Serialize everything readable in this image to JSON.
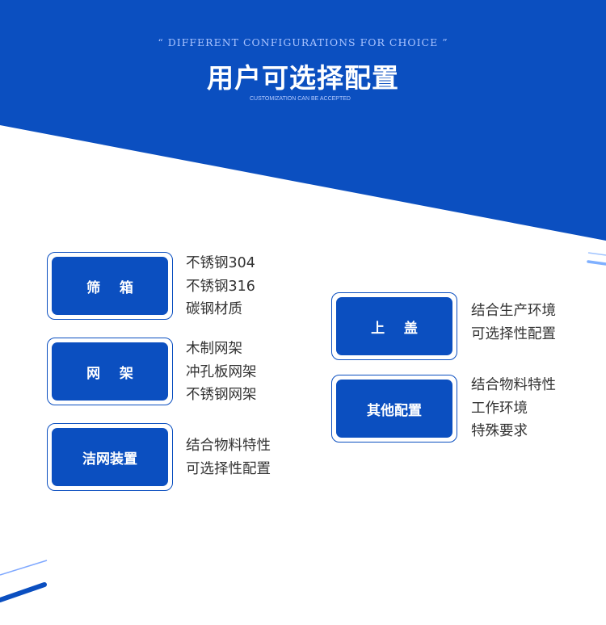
{
  "header": {
    "eyebrow": "“ DIFFERENT CONFIGURATIONS FOR CHOICE ”",
    "title": "用户可选择配置",
    "subtitle": "CUSTOMIZATION CAN BE ACCEPTED"
  },
  "colors": {
    "primary": "#0b4fc0",
    "text": "#333333",
    "accent_light": "#aac4ff"
  },
  "items": [
    {
      "label": "筛    箱",
      "desc": [
        "不锈钢304",
        "不锈钢316",
        "碳钢材质"
      ]
    },
    {
      "label": "网    架",
      "desc": [
        "木制网架",
        "冲孔板网架",
        "不锈钢网架"
      ]
    },
    {
      "label": "洁网装置",
      "desc": [
        "结合物料特性",
        "可选择性配置"
      ]
    },
    {
      "label": "上    盖",
      "desc": [
        "结合生产环境",
        "可选择性配置"
      ]
    },
    {
      "label": "其他配置",
      "desc": [
        "结合物料特性",
        "工作环境",
        "特殊要求"
      ]
    }
  ]
}
